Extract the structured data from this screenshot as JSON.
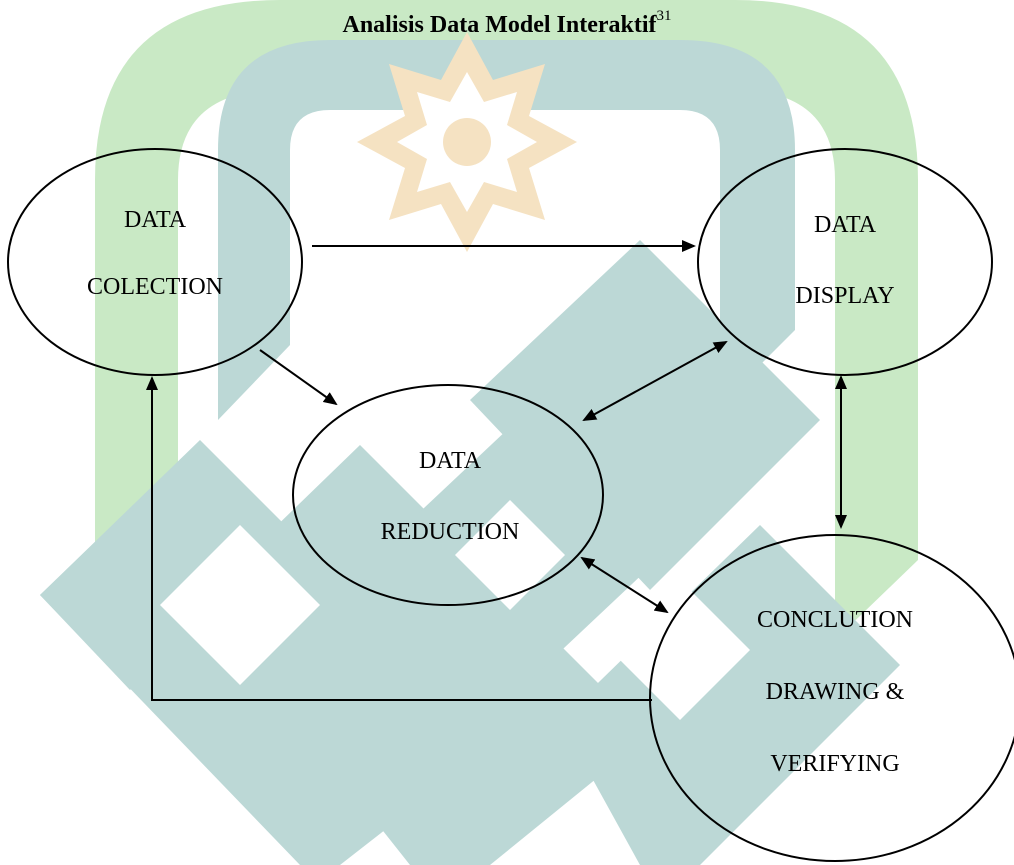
{
  "title": {
    "text": "Analisis Data Model Interaktif",
    "footnote": "31"
  },
  "nodes": {
    "collection": {
      "line1": "DATA",
      "line2": "COLECTION"
    },
    "display": {
      "line1": "DATA",
      "line2": "DISPLAY"
    },
    "reduction": {
      "line1": "DATA",
      "line2": "REDUCTION"
    },
    "conclusion": {
      "line1": "CONCLUTION",
      "line2": "DRAWING &",
      "line3": "VERIFYING"
    }
  },
  "colors": {
    "watermark_green": "#c9e9c5",
    "watermark_teal": "#bcd8d6",
    "watermark_gold": "#f5e2c2",
    "stroke": "#000000"
  }
}
